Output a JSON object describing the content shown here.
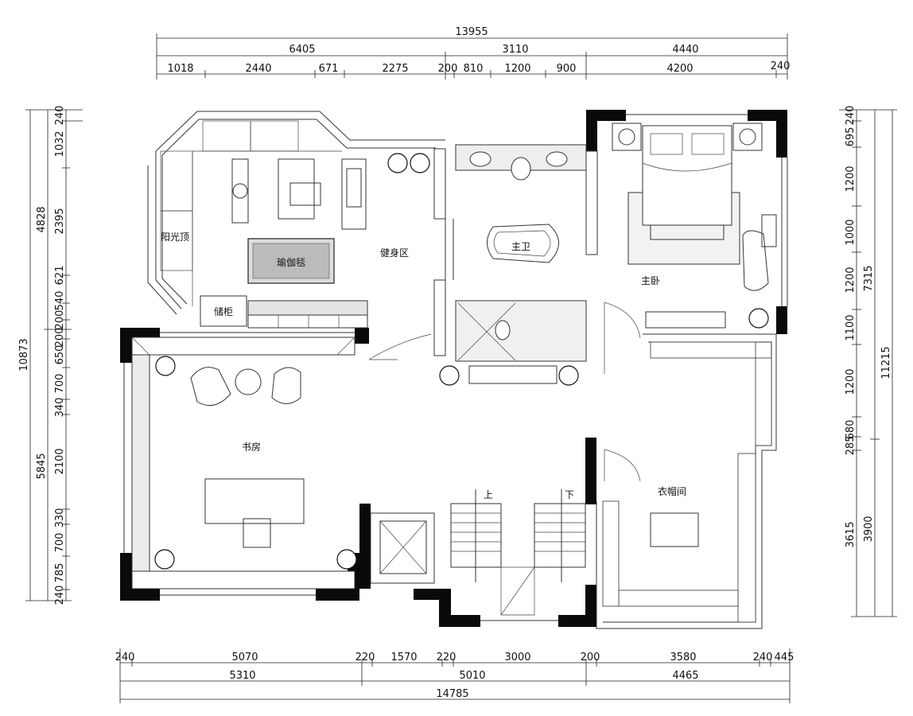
{
  "dimensions": {
    "top_total": "13955",
    "top_mid": [
      "6405",
      "3110",
      "4440"
    ],
    "top_detail": [
      "1018",
      "2440",
      "671",
      "2275",
      "200",
      "810",
      "1200",
      "900",
      "4200",
      "240"
    ],
    "bottom_detail": [
      "240",
      "5070",
      "220",
      "1570",
      "220",
      "3000",
      "200",
      "3580",
      "240",
      "445"
    ],
    "bottom_mid": [
      "5310",
      "5010",
      "4465"
    ],
    "bottom_total": "14785",
    "left_mid": [
      "4828",
      "5845"
    ],
    "left_detail": [
      "240",
      "1032",
      "2395",
      "621",
      "540",
      "200",
      "200",
      "650",
      "700",
      "340",
      "2100",
      "330",
      "700",
      "785",
      "240"
    ],
    "left_total": "10873",
    "right_detail": [
      "240",
      "695",
      "1200",
      "1000",
      "1200",
      "1100",
      "1200",
      "680",
      "285",
      "3615"
    ],
    "right_mid": [
      "7315",
      "3900"
    ],
    "right_total": "11215"
  },
  "rooms": {
    "sunroom": "阳光顶",
    "gym": "健身区",
    "yoga_mat": "瑜伽毯",
    "master_bath": "主卫",
    "master_bedroom": "主卧",
    "study": "书房",
    "walkin_closet": "衣帽间",
    "stairs_up": "上",
    "stairs_down": "下",
    "cabinet_note": "储柜"
  }
}
